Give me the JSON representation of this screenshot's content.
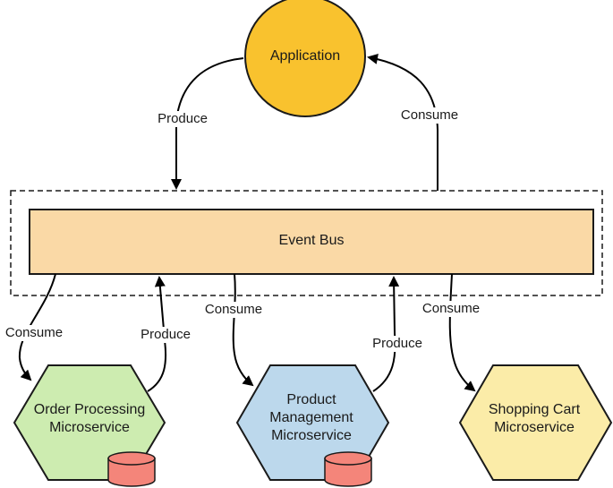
{
  "nodes": {
    "application": {
      "label": "Application",
      "fill": "#F9C22E",
      "stroke": "#1a1a1a"
    },
    "event_bus": {
      "label": "Event Bus",
      "fill": "#FAD9A6",
      "stroke": "#1a1a1a"
    },
    "order_processing": {
      "label": "Order Processing\nMicroservice",
      "fill": "#CDECB0",
      "stroke": "#1a1a1a"
    },
    "product_management": {
      "label": "Product\nManagement\nMicroservice",
      "fill": "#BCD8EC",
      "stroke": "#1a1a1a"
    },
    "shopping_cart": {
      "label": "Shopping Cart\nMicroservice",
      "fill": "#FBECA8",
      "stroke": "#1a1a1a"
    },
    "database_color": "#F4857A"
  },
  "edges": {
    "app_produce": "Produce",
    "app_consume": "Consume",
    "order_consume": "Consume",
    "order_produce": "Produce",
    "product_consume": "Consume",
    "product_produce": "Produce",
    "cart_consume": "Consume"
  }
}
